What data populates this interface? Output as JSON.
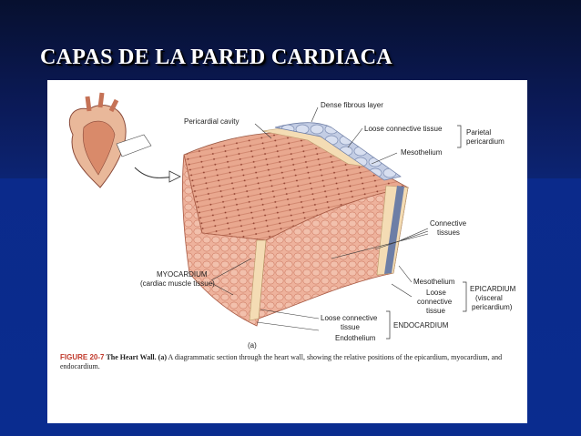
{
  "slide": {
    "title": "CAPAS DE LA PARED CARDIACA"
  },
  "figure": {
    "labels": {
      "dense_fibrous_layer": "Dense fibrous layer",
      "pericardial_cavity": "Pericardial cavity",
      "loose_connective_tissue_top": "Loose connective tissue",
      "mesothelium_top": "Mesothelium",
      "parietal": "Parietal",
      "pericardium": "pericardium",
      "connective": "Connective",
      "tissues": "tissues",
      "myocardium": "MYOCARDIUM",
      "cardiac_muscle_tissue": "(cardiac muscle tissue)",
      "mesothelium_bottom": "Mesothelium",
      "loose": "Loose",
      "connective_2": "connective",
      "tissue": "tissue",
      "epicardium": "EPICARDIUM",
      "visceral": "(visceral",
      "pericardium_close": "pericardium)",
      "loose_connective_bottom": "Loose connective",
      "tissue_bottom": "tissue",
      "endocardium": "ENDOCARDIUM",
      "endothelium": "Endothelium",
      "panel_letter": "(a)"
    },
    "caption": {
      "fig_label": "FIGURE 20-7",
      "bold_title": "The Heart Wall.",
      "part": "(a)",
      "text": "A diagrammatic section through the heart wall, showing the relative positions of the epicardium, myocardium, and endocardium."
    },
    "colors": {
      "muscle": "#e8a48c",
      "muscle_dark": "#c9705a",
      "fat": "#f4dcb4",
      "mesothelium": "#aab8d6",
      "fibrous": "#efe2b8"
    }
  }
}
